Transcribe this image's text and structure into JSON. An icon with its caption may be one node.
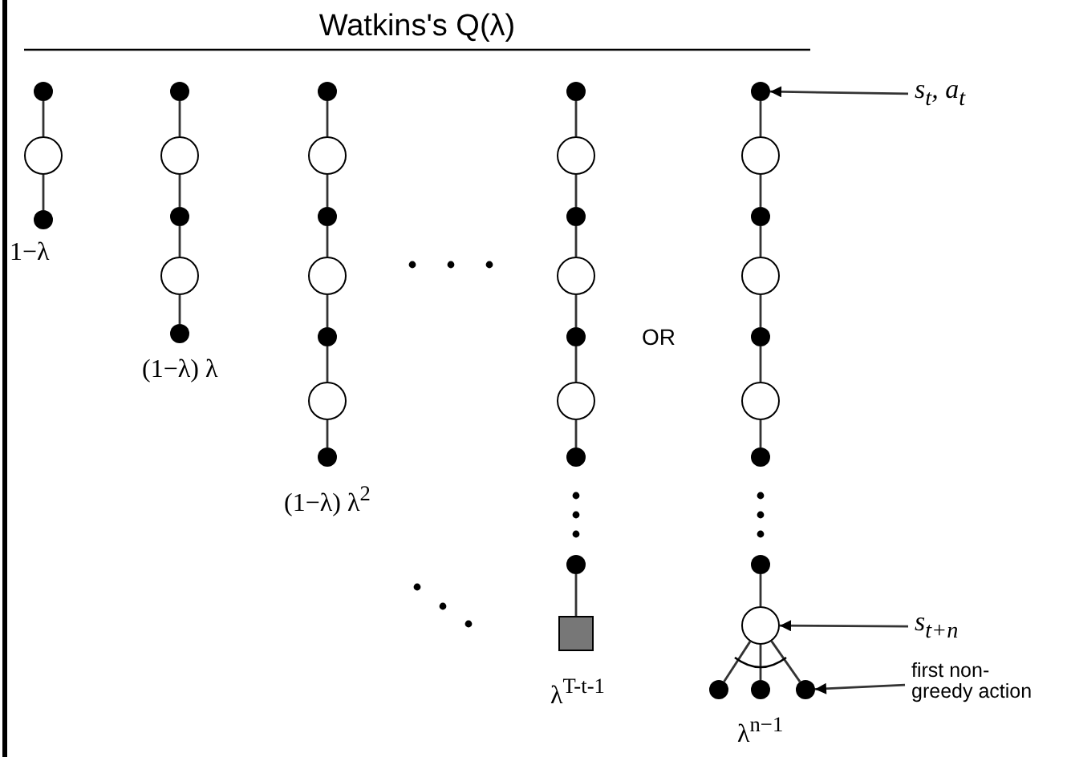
{
  "diagram": {
    "title": "Watkins's Q(λ)",
    "nodes": [
      {
        "text": [],
        "shape": "circle"
      },
      {
        "text": [],
        "shape": "circle"
      },
      {
        "text": [],
        "shape": "circle",
        "beside": [
          "1−λ"
        ]
      },
      {
        "text": [],
        "shape": "circle"
      },
      {
        "text": [],
        "shape": "circle"
      },
      {
        "text": [],
        "shape": "circle"
      },
      {
        "text": [],
        "shape": "circle"
      },
      {
        "text": [],
        "shape": "circle",
        "beside": [
          "(1−λ) λ"
        ]
      },
      {
        "text": [],
        "shape": "circle"
      },
      {
        "text": [],
        "shape": "circle"
      },
      {
        "text": [],
        "shape": "circle"
      },
      {
        "text": [],
        "shape": "circle"
      },
      {
        "text": [],
        "shape": "circle"
      },
      {
        "text": [],
        "shape": "circle"
      },
      {
        "text": [],
        "shape": "circle",
        "beside": [
          "(1−λ) λ$^{2}$"
        ]
      },
      {
        "text": [],
        "shape": "circle"
      },
      {
        "text": [],
        "shape": "circle"
      },
      {
        "text": [],
        "shape": "circle"
      },
      {
        "text": [],
        "shape": "circle"
      },
      {
        "text": [],
        "shape": "circle"
      },
      {
        "text": [],
        "shape": "circle"
      },
      {
        "text": [],
        "shape": "circle"
      },
      {
        "text": [],
        "shape": "circle"
      },
      {
        "text": [],
        "shape": "box",
        "beside": [
          "λ$^{T-t-1}$"
        ]
      },
      {
        "text": [],
        "shape": "circle"
      },
      {
        "text": [],
        "shape": "circle"
      },
      {
        "text": [],
        "shape": "circle"
      },
      {
        "text": [],
        "shape": "circle"
      },
      {
        "text": [],
        "shape": "circle"
      },
      {
        "text": [],
        "shape": "circle"
      },
      {
        "text": [],
        "shape": "circle"
      },
      {
        "text": [],
        "shape": "circle"
      },
      {
        "text": [],
        "shape": "circle"
      },
      {
        "text": [],
        "shape": "circle"
      },
      {
        "text": [],
        "shape": "circle",
        "beside": [
          "λ$^{n−1}$"
        ]
      },
      {
        "text": [],
        "shape": "circle"
      },
      {
        "text": [
          "s$_{t}$, a$_{t}$"
        ]
      },
      {
        "text": [
          "s$_{t+n}$"
        ]
      },
      {
        "text": [
          "first non-greedy action"
        ]
      }
    ],
    "edges": [
      {
        "from": 0,
        "to": 1,
        "arrow": "none"
      },
      {
        "from": 1,
        "to": 2,
        "arrow": "none"
      },
      {
        "from": 3,
        "to": 4,
        "arrow": "none"
      },
      {
        "from": 4,
        "to": 5,
        "arrow": "none"
      },
      {
        "from": 5,
        "to": 6,
        "arrow": "none"
      },
      {
        "from": 6,
        "to": 7,
        "arrow": "none"
      },
      {
        "from": 8,
        "to": 9,
        "arrow": "none"
      },
      {
        "from": 9,
        "to": 10,
        "arrow": "none"
      },
      {
        "from": 10,
        "to": 11,
        "arrow": "none"
      },
      {
        "from": 11,
        "to": 12,
        "arrow": "none"
      },
      {
        "from": 12,
        "to": 13,
        "arrow": "none"
      },
      {
        "from": 13,
        "to": 14,
        "arrow": "none"
      },
      {
        "from": 15,
        "to": 16,
        "arrow": "none"
      },
      {
        "from": 16,
        "to": 17,
        "arrow": "none"
      },
      {
        "from": 17,
        "to": 18,
        "arrow": "none"
      },
      {
        "from": 18,
        "to": 19,
        "arrow": "none"
      },
      {
        "from": 19,
        "to": 20,
        "arrow": "none"
      },
      {
        "from": 20,
        "to": 21,
        "arrow": "none"
      },
      {
        "from": 22,
        "to": 23,
        "arrow": "none"
      },
      {
        "from": 24,
        "to": 25,
        "arrow": "none"
      },
      {
        "from": 25,
        "to": 26,
        "arrow": "none"
      },
      {
        "from": 26,
        "to": 27,
        "arrow": "none"
      },
      {
        "from": 27,
        "to": 28,
        "arrow": "none"
      },
      {
        "from": 28,
        "to": 29,
        "arrow": "none"
      },
      {
        "from": 29,
        "to": 30,
        "arrow": "none"
      },
      {
        "from": 31,
        "to": 32,
        "arrow": "none"
      },
      {
        "from": 32,
        "to": 33,
        "arrow": "none"
      },
      {
        "from": 32,
        "to": 34,
        "arrow": "none"
      },
      {
        "from": 32,
        "to": 35,
        "arrow": "none"
      },
      {
        "from": 36,
        "to": 24,
        "arrow": "to"
      },
      {
        "from": 37,
        "to": 32,
        "arrow": "to"
      },
      {
        "from": 38,
        "to": 35,
        "arrow": "to"
      }
    ],
    "labels": [
      "OR"
    ]
  }
}
